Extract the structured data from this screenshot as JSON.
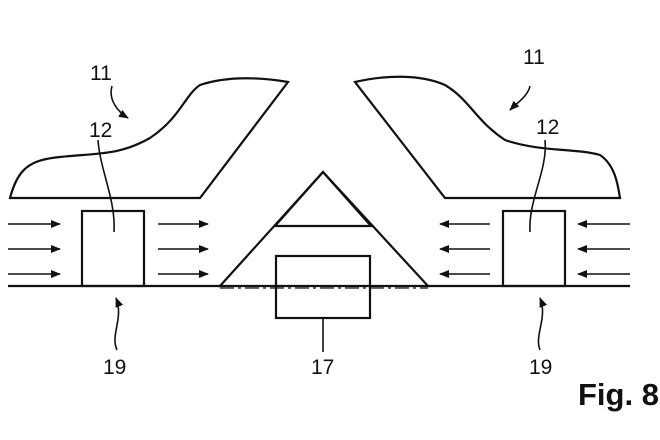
{
  "figure": {
    "caption": "Fig. 8",
    "labels": {
      "left_body": "11",
      "right_body": "11",
      "left_block": "12",
      "right_block": "12",
      "center_box": "17",
      "left_base": "19",
      "right_base": "19"
    }
  }
}
